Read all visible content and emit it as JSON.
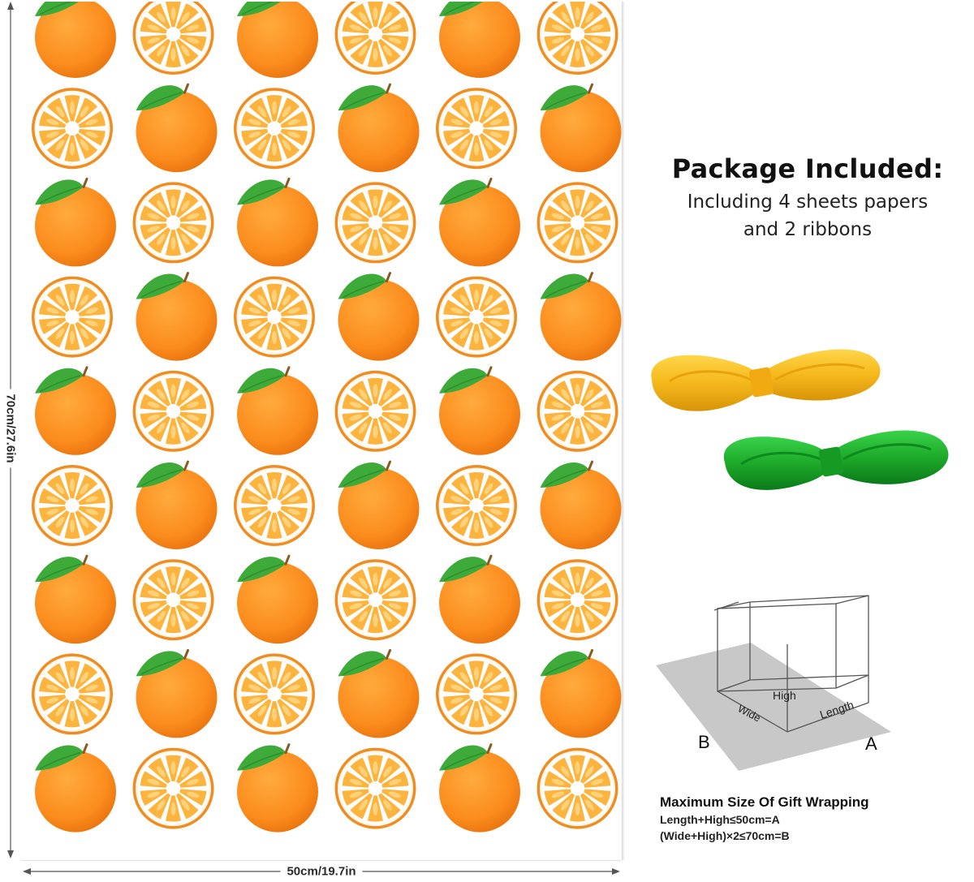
{
  "sheet": {
    "pattern": "orange-and-orange-slice",
    "colors": {
      "orange": "#fb8c1d",
      "orange_dark": "#e8730e",
      "leaf": "#3daa3a",
      "slice_rind": "#f08d22",
      "slice_flesh": "#fdb43f",
      "background": "#ffffff"
    },
    "grid": {
      "columns": 6,
      "rows": 9
    }
  },
  "dimensions": {
    "height_label": "70cm/27.6in",
    "width_label": "50cm/19.7in"
  },
  "package": {
    "title": "Package Included:",
    "line1": "Including 4 sheets papers",
    "line2": "and 2 ribbons"
  },
  "ribbons": [
    {
      "name": "yellow-ribbon",
      "color": "#f5b81c"
    },
    {
      "name": "green-ribbon",
      "color": "#1eaa2a"
    }
  ],
  "box_diagram": {
    "label_high": "High",
    "label_wide": "Wide",
    "label_length": "Length",
    "label_b": "B",
    "label_a": "A"
  },
  "max_size": {
    "title": "Maximum Size Of Gift Wrapping",
    "line1": "Length+High≤50cm=A",
    "line2": "(Wide+High)×2≤70cm=B"
  }
}
